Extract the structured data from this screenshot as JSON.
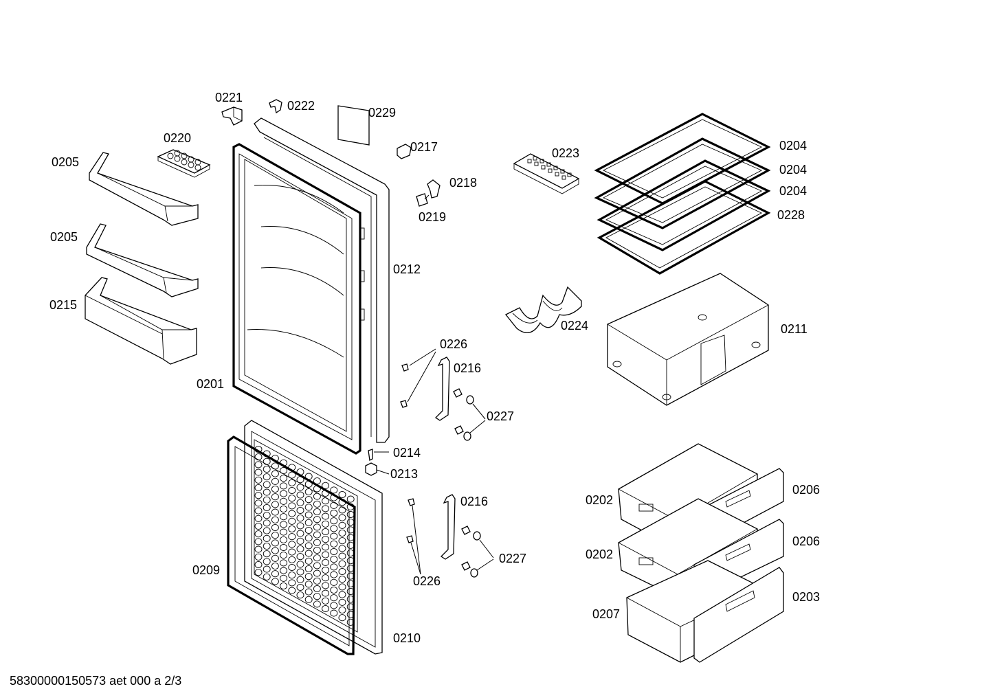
{
  "diagram": {
    "labels": {
      "p0221": "0221",
      "p0222": "0222",
      "p0229": "0229",
      "p0220": "0220",
      "p0205a": "0205",
      "p0217": "0217",
      "p0218": "0218",
      "p0219": "0219",
      "p0205b": "0205",
      "p0212": "0212",
      "p0215": "0215",
      "p0226a": "0226",
      "p0216a": "0216",
      "p0201": "0201",
      "p0227a": "0227",
      "p0214": "0214",
      "p0213": "0213",
      "p0216b": "0216",
      "p0227b": "0227",
      "p0209": "0209",
      "p0226b": "0226",
      "p0210": "0210",
      "p0223": "0223",
      "p0204a": "0204",
      "p0204b": "0204",
      "p0204c": "0204",
      "p0228": "0228",
      "p0224": "0224",
      "p0211": "0211",
      "p0206a": "0206",
      "p0202a": "0202",
      "p0206b": "0206",
      "p0202b": "0202",
      "p0203": "0203",
      "p0207": "0207"
    },
    "footer": "58300000150573 aet 000 a 2/3"
  }
}
